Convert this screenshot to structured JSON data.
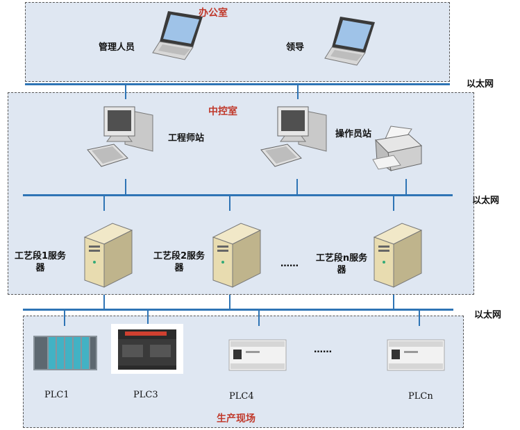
{
  "zones": {
    "office": "办公室",
    "control": "中控室",
    "field": "生产现场"
  },
  "ethernet_label": "以太网",
  "office": {
    "manager": "管理人员",
    "leader": "领导"
  },
  "control": {
    "engineer_station": "工程师站",
    "operator_station": "操作员站"
  },
  "servers": {
    "s1_line1": "工艺段1服务",
    "s1_line2": "器",
    "s2_line1": "工艺段2服务",
    "s2_line2": "器",
    "sn_line1": "工艺段n服务",
    "sn_line2": "器",
    "ellipsis": "……"
  },
  "plcs": {
    "plc1": "PLC1",
    "plc3": "PLC3",
    "plc4": "PLC4",
    "plcn": "PLCn",
    "ellipsis": "……"
  }
}
